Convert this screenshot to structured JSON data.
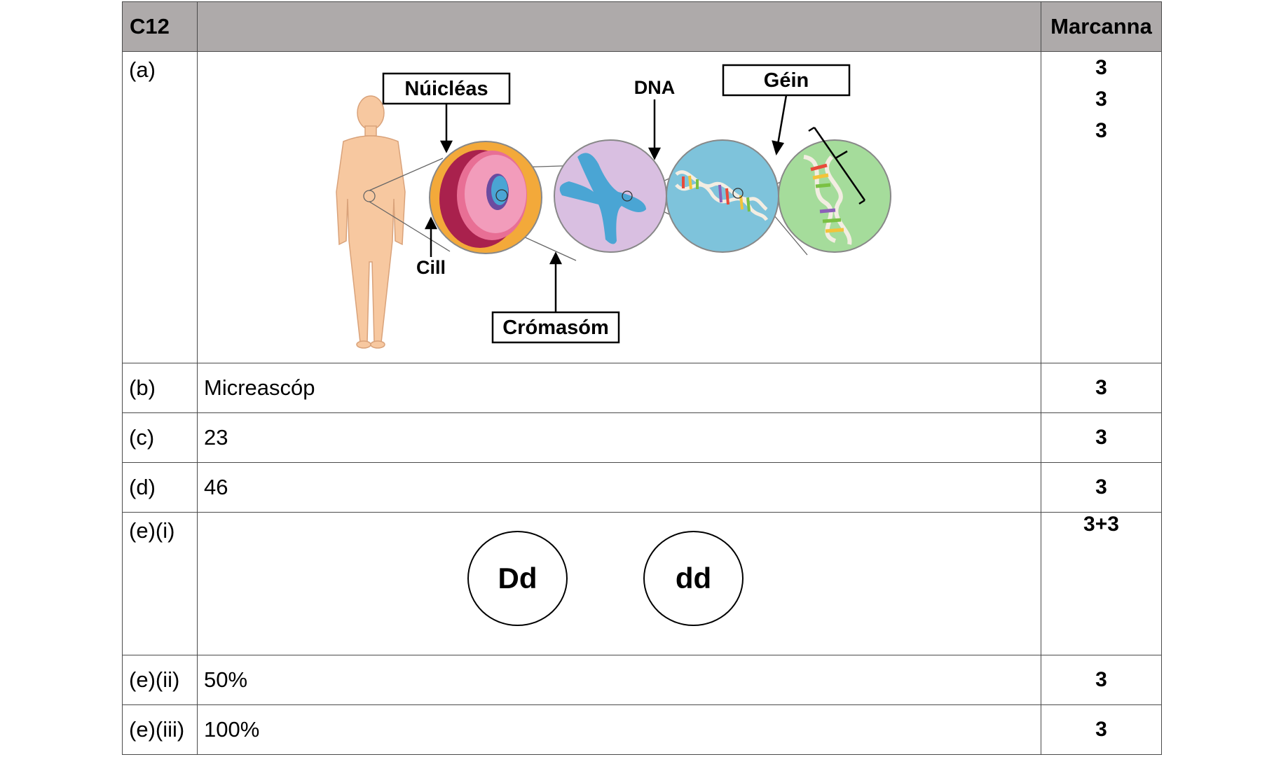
{
  "header": {
    "question": "C12",
    "middle": "",
    "marks_label": "Marcanna"
  },
  "rows": {
    "a": {
      "label": "(a)",
      "diagram_labels": {
        "nucleus": "Núicléas",
        "cell": "Cill",
        "chromosome": "Crómasóm",
        "dna": "DNA",
        "gene": "Géin"
      },
      "marks": [
        "3",
        "3",
        "3"
      ]
    },
    "b": {
      "label": "(b)",
      "answer": "Micreascóp",
      "marks": "3"
    },
    "c": {
      "label": "(c)",
      "answer": "23",
      "marks": "3"
    },
    "d": {
      "label": "(d)",
      "answer": "46",
      "marks": "3"
    },
    "e_i": {
      "label": "(e)(i)",
      "genotype_1": "Dd",
      "genotype_2": "dd",
      "marks": "3+3"
    },
    "e_ii": {
      "label": "(e)(ii)",
      "answer": "50%",
      "marks": "3"
    },
    "e_iii": {
      "label": "(e)(iii)",
      "answer": "100%",
      "marks": "3"
    }
  },
  "colors": {
    "header_bg": "#aeaaaa",
    "skin": "#f7c8a0",
    "cell_bg": "#f3a93a",
    "chromosome_bg": "#d9bfe1",
    "dna_bg": "#7ec3db",
    "gene_bg": "#a5dc9b"
  }
}
